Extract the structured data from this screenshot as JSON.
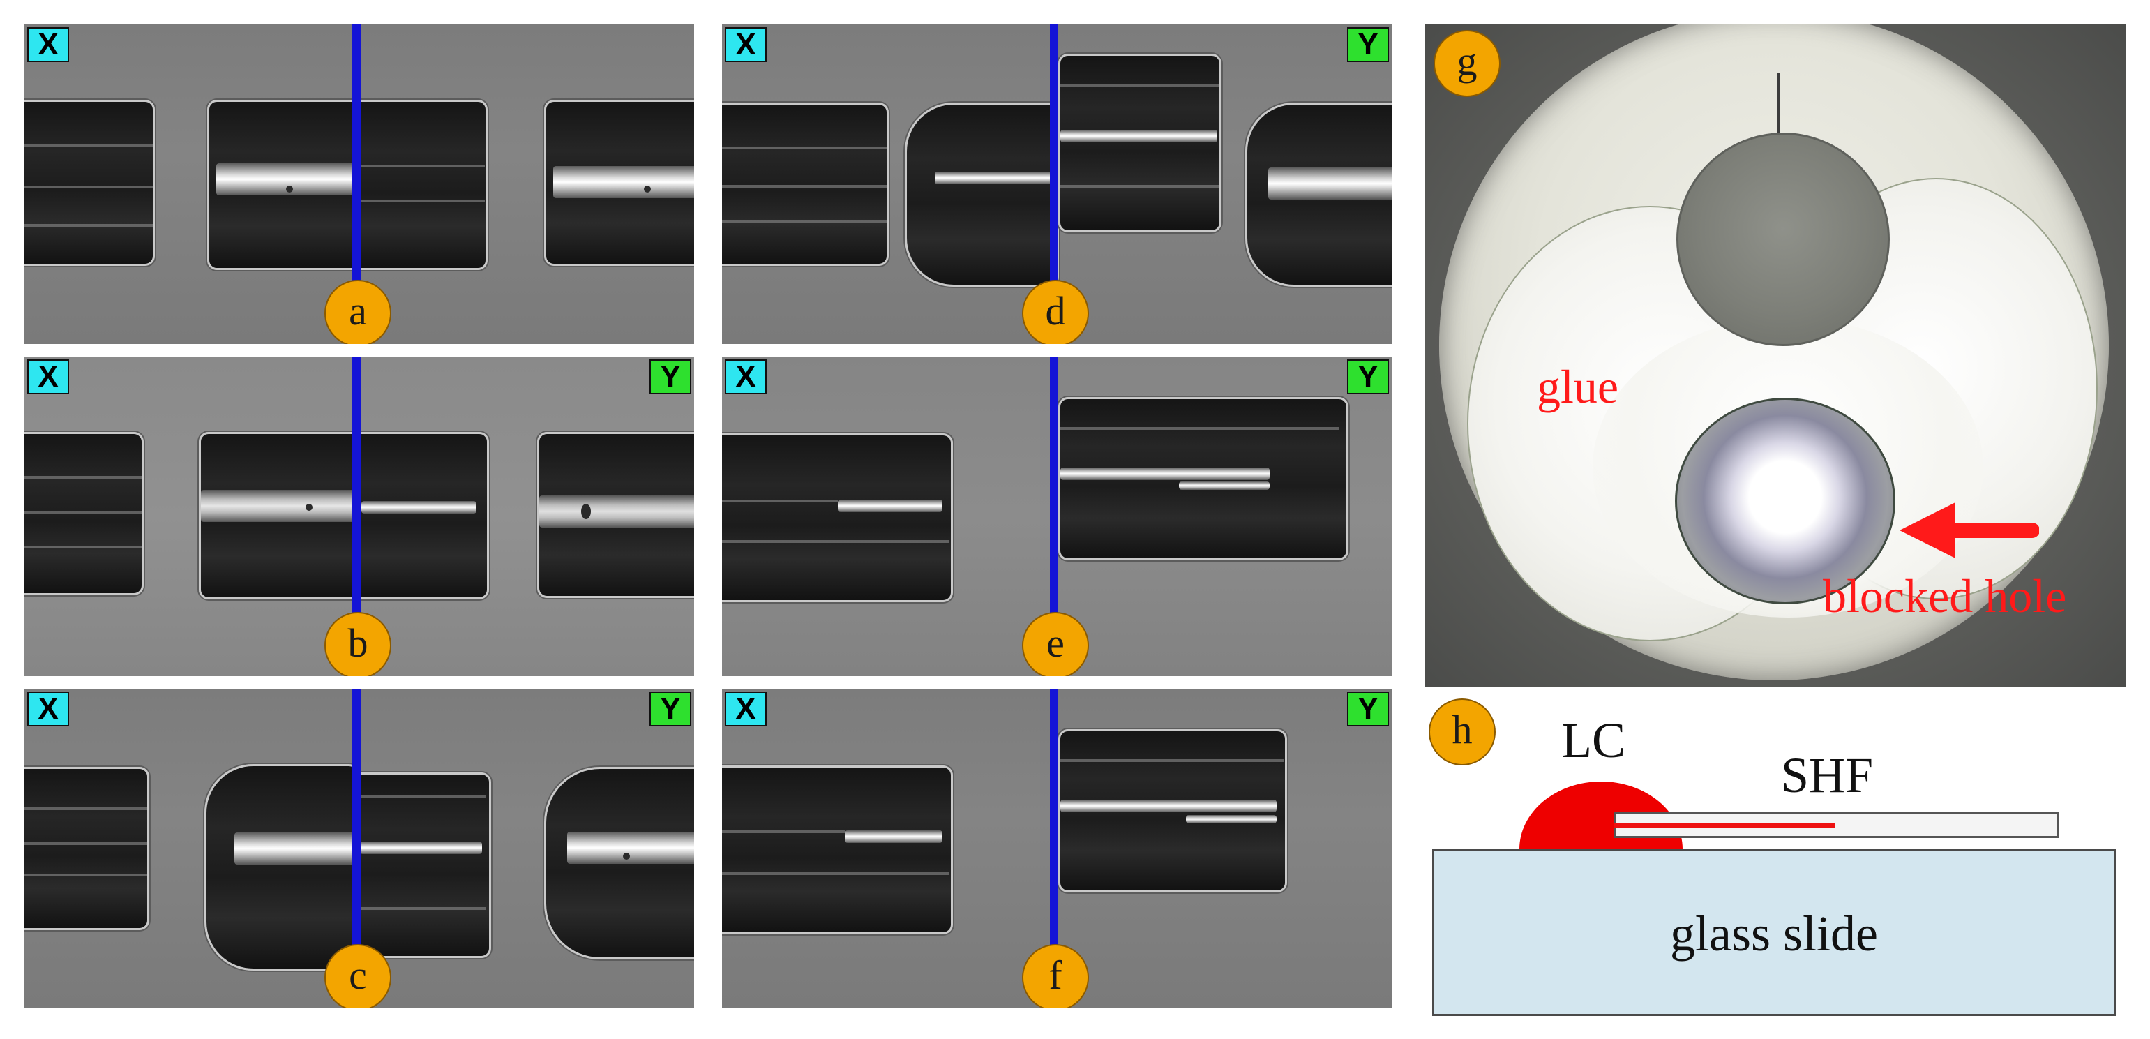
{
  "figure": {
    "panel_labels": [
      "a",
      "b",
      "c",
      "d",
      "e",
      "f",
      "g",
      "h"
    ],
    "endpoint_tags": {
      "x": "X",
      "y": "Y"
    },
    "panel_g": {
      "glue_label": "glue",
      "blocked_label": "blocked hole"
    },
    "panel_h": {
      "lc_label": "LC",
      "shf_label": "SHF",
      "slide_label": "glass slide"
    },
    "colors": {
      "reference_line": "#1414d6",
      "label_badge": "#f3a500",
      "tag_x": "#2ee6f0",
      "tag_y": "#2ee02e",
      "annotation_red": "#ff1a1a",
      "slide_fill": "#d3e6ef"
    }
  }
}
